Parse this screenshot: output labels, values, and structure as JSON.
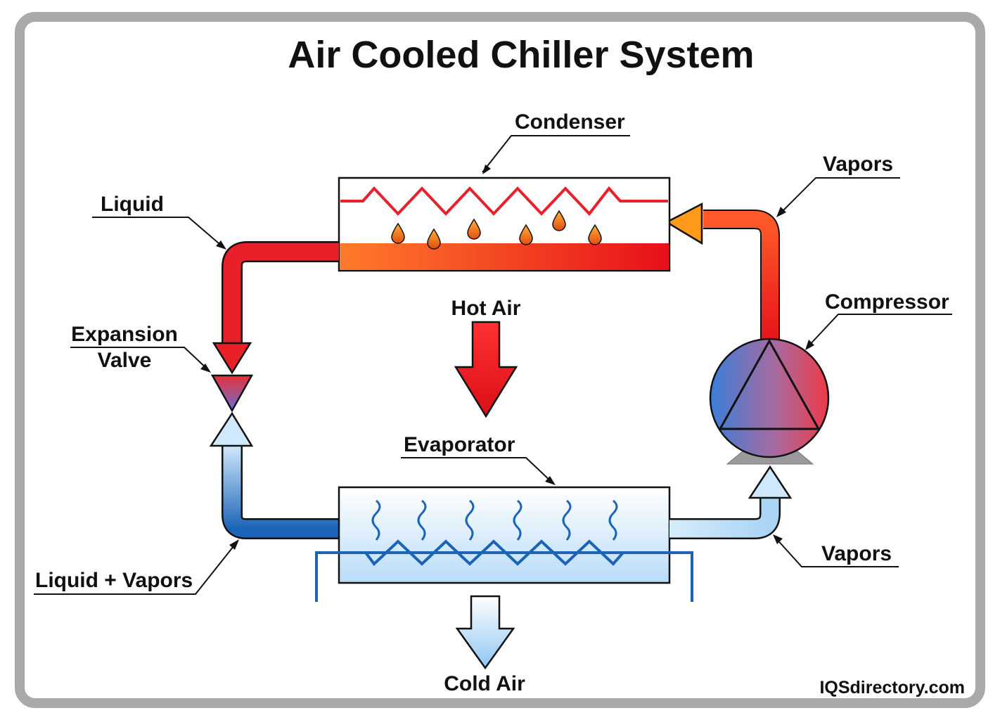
{
  "title": "Air Cooled Chiller System",
  "labels": {
    "condenser": "Condenser",
    "vapors_top": "Vapors",
    "liquid": "Liquid",
    "compressor": "Compressor",
    "expansion_valve_line1": "Expansion",
    "expansion_valve_line2": "Valve",
    "hot_air": "Hot Air",
    "evaporator": "Evaporator",
    "vapors_bottom": "Vapors",
    "liquid_vapors": "Liquid + Vapors",
    "cold_air": "Cold Air"
  },
  "brand": "IQSdirectory.com",
  "colors": {
    "frame_border": "#a9a9ab",
    "hot_red": "#e8202a",
    "hot_orange": "#ff8a1e",
    "cold_blue": "#1c64b8",
    "cold_light": "#bfe2fb",
    "outline": "#111111"
  }
}
